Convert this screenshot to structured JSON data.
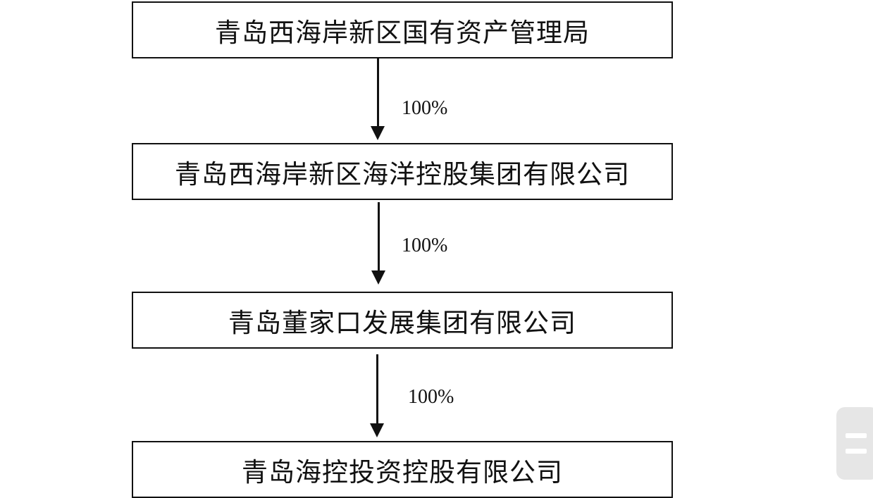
{
  "diagram": {
    "nodes": [
      {
        "id": "n1",
        "label": "青岛西海岸新区国有资产管理局"
      },
      {
        "id": "n2",
        "label": "青岛西海岸新区海洋控股集团有限公司"
      },
      {
        "id": "n3",
        "label": "青岛董家口发展集团有限公司"
      },
      {
        "id": "n4",
        "label": "青岛海控投资控股有限公司"
      }
    ],
    "edges": [
      {
        "from": "n1",
        "to": "n2",
        "label": "100%"
      },
      {
        "from": "n2",
        "to": "n3",
        "label": "100%"
      },
      {
        "from": "n3",
        "to": "n4",
        "label": "100%"
      }
    ]
  },
  "side_panel": {
    "icon": "menu-icon"
  }
}
